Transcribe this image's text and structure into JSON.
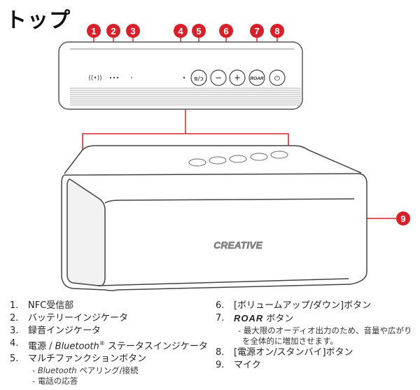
{
  "page_title": "トップ",
  "callouts": [
    "1",
    "2",
    "3",
    "4",
    "5",
    "6",
    "7",
    "8",
    "9"
  ],
  "device": {
    "brand_logo": "CREATIVE",
    "roar_button_label": "ROAR",
    "power_button_glyph": "⏻",
    "minus_glyph": "−",
    "plus_glyph": "+",
    "multifunction_glyph": "ʙ/ↄ",
    "nfc_glyph": "((•))"
  },
  "legend_left": [
    {
      "num": "1.",
      "text": "NFC受信部"
    },
    {
      "num": "2.",
      "text": "バッテリーインジケータ"
    },
    {
      "num": "3.",
      "text": "録音インジケータ"
    },
    {
      "num": "4.",
      "text_pre": "電源 / ",
      "text_em": "Bluetooth",
      "text_sup": "®",
      "text_post": " ステータスインジケータ"
    },
    {
      "num": "5.",
      "text": "マルチファンクションボタン"
    }
  ],
  "legend_5_sub": [
    {
      "pre": "- ",
      "em": "Bluetooth",
      "post": " ペアリング/接続"
    },
    {
      "pre": "- ",
      "em": "",
      "post": "電話の応答"
    }
  ],
  "legend_right": [
    {
      "num": "6.",
      "text": "[ボリュームアップ/ダウン]ボタン"
    },
    {
      "num": "7.",
      "roar": "ROAR",
      "text": " ボタン"
    },
    {
      "num": "8.",
      "text": "[電源オン/スタンバイ]ボタン"
    },
    {
      "num": "9.",
      "text": "マイク"
    }
  ],
  "legend_7_sub": [
    "- 最大限のオーディオ出力のため、音量や広がり",
    "を全体的に増加させます。"
  ],
  "colors": {
    "accent": "#d6202a",
    "outline": "#555555"
  }
}
